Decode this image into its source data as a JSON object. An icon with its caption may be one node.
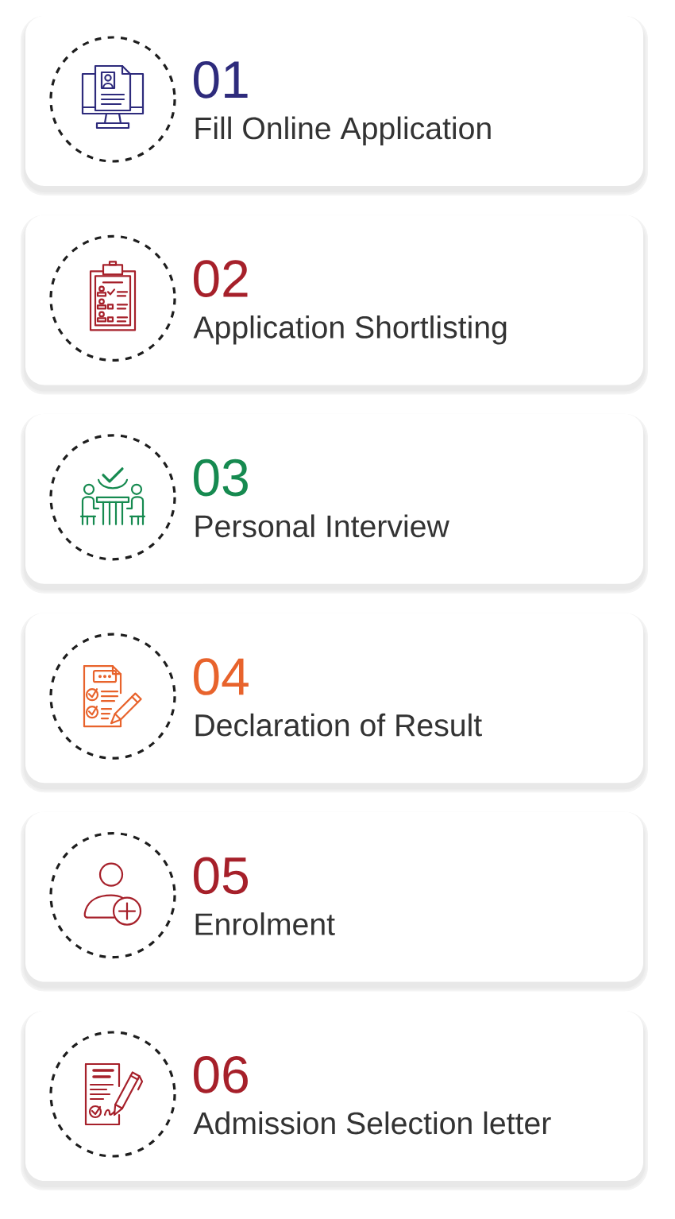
{
  "diagram": {
    "nodes": [
      {
        "text": [
          "01",
          "Fill Online Application"
        ]
      },
      {
        "text": [
          "02",
          "Application Shortlisting"
        ]
      },
      {
        "text": [
          "03",
          "Personal Interview"
        ]
      },
      {
        "text": [
          "04",
          "Declaration of Result"
        ]
      },
      {
        "text": [
          "05",
          "Enrolment"
        ]
      },
      {
        "text": [
          "06",
          "Admission Selection letter"
        ]
      }
    ]
  }
}
